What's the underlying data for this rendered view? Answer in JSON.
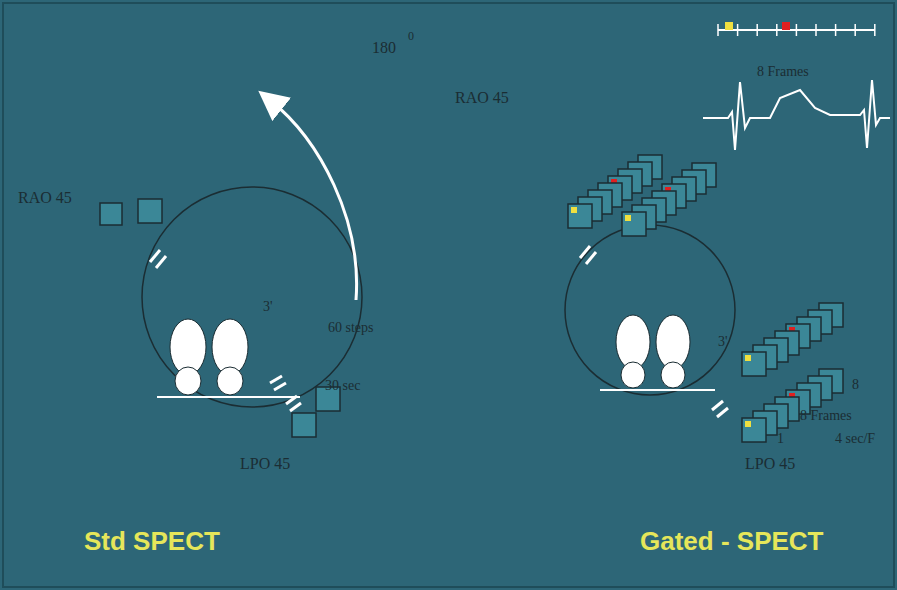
{
  "diagram": {
    "labels": [
      "RAO 45",
      "180",
      "0",
      "3'",
      "60 steps",
      "30 sec",
      "LPO 45",
      "Std SPECT",
      "8 Frames",
      "RAO 45",
      "3'",
      "8",
      "8 Frames",
      "1",
      "4 sec/F",
      "LPO 45",
      "Gated - SPECT"
    ]
  }
}
